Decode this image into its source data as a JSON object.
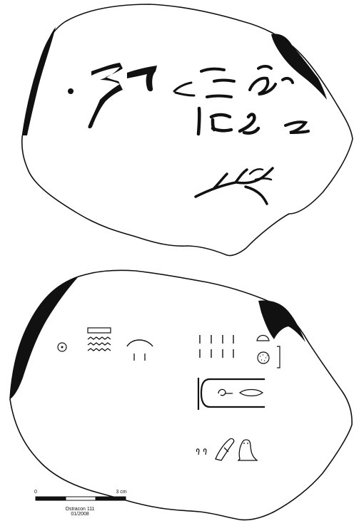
{
  "scale_bar": {
    "start_label": "0",
    "end_label": "3 cm"
  },
  "caption": {
    "title": "Ostracon 111",
    "date": "01/2008"
  }
}
